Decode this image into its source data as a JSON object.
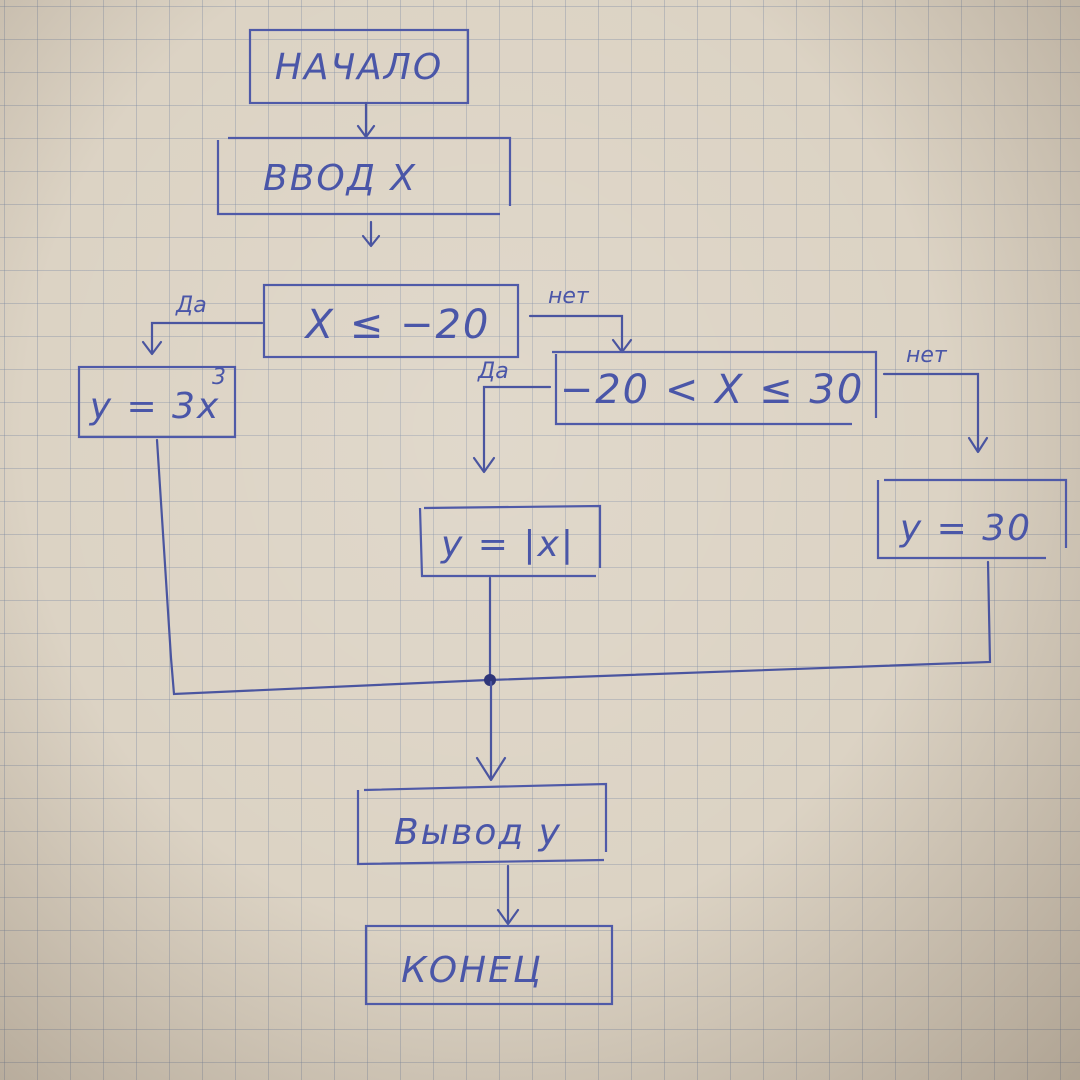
{
  "flowchart": {
    "start": {
      "label": "НАЧАЛО"
    },
    "input": {
      "label": "ВВОД  X"
    },
    "condition1": {
      "label": "X ≤ −20",
      "yes_label": "Да",
      "no_label": "нет"
    },
    "action_yes1": {
      "label": "y = 3x",
      "superscript": "3"
    },
    "condition2": {
      "label": "−20 < X ≤ 30",
      "yes_label": "Да",
      "no_label": "нет"
    },
    "action_yes2": {
      "label": "y = |x|"
    },
    "action_no2": {
      "label": "y = 30"
    },
    "output": {
      "label": "Вывод  y"
    },
    "end": {
      "label": "КОНЕЦ"
    }
  },
  "colors": {
    "ink": "#4a56a8",
    "paper": "#dcd3c4",
    "grid": "#7887a0"
  }
}
